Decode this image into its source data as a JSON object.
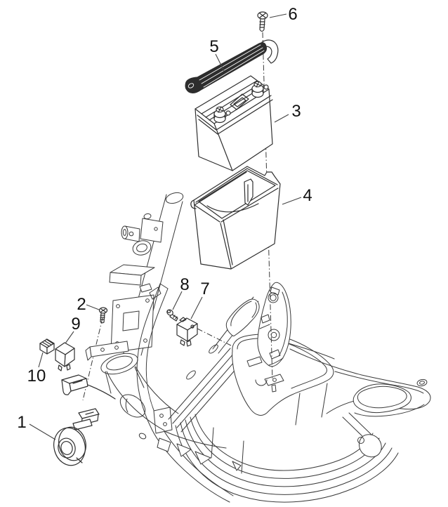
{
  "figure": {
    "type": "exploded-parts-diagram",
    "background": "#ffffff",
    "line_color": "#3a3a3a",
    "part_line_color": "#2f2f2f",
    "label_color": "#111111",
    "dark_fill": "#2d2d2d",
    "callouts": [
      {
        "label": "1",
        "part": "horn"
      },
      {
        "label": "2",
        "part": "screw"
      },
      {
        "label": "3",
        "part": "battery"
      },
      {
        "label": "4",
        "part": "battery-tray"
      },
      {
        "label": "5",
        "part": "battery-strap"
      },
      {
        "label": "6",
        "part": "screw"
      },
      {
        "label": "7",
        "part": "relay"
      },
      {
        "label": "8",
        "part": "screw"
      },
      {
        "label": "9",
        "part": "relay"
      },
      {
        "label": "10",
        "part": "connector"
      }
    ]
  }
}
